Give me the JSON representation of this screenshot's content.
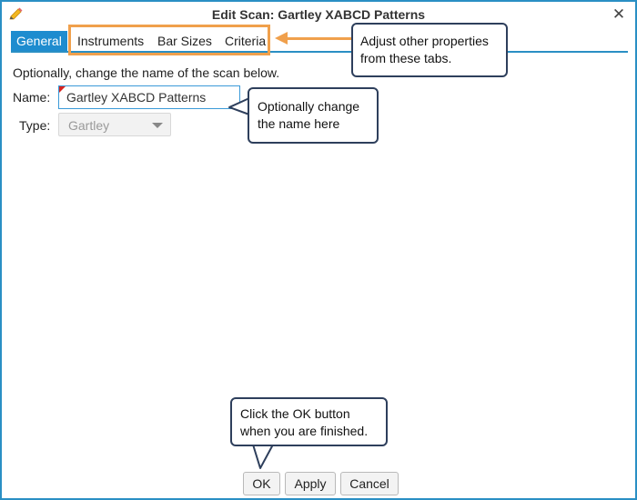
{
  "window": {
    "title": "Edit Scan: Gartley XABCD Patterns",
    "icon": "pencil-icon",
    "close_glyph": "✕",
    "accent_color": "#1e8ccf",
    "callout_border_color": "#2e3f5c",
    "highlight_color": "#f0a04c"
  },
  "tabs": [
    {
      "label": "General",
      "active": true
    },
    {
      "label": "Instruments",
      "active": false
    },
    {
      "label": "Bar Sizes",
      "active": false
    },
    {
      "label": "Criteria",
      "active": false
    }
  ],
  "form": {
    "instructions": "Optionally, change the name of the scan below.",
    "name_label": "Name:",
    "name_value": "Gartley XABCD Patterns",
    "type_label": "Type:",
    "type_value": "Gartley"
  },
  "callouts": {
    "tabs": "Adjust other properties from these tabs.",
    "name": "Optionally change the name here",
    "ok": "Click the OK button when you are finished."
  },
  "buttons": {
    "ok": "OK",
    "apply": "Apply",
    "cancel": "Cancel"
  }
}
